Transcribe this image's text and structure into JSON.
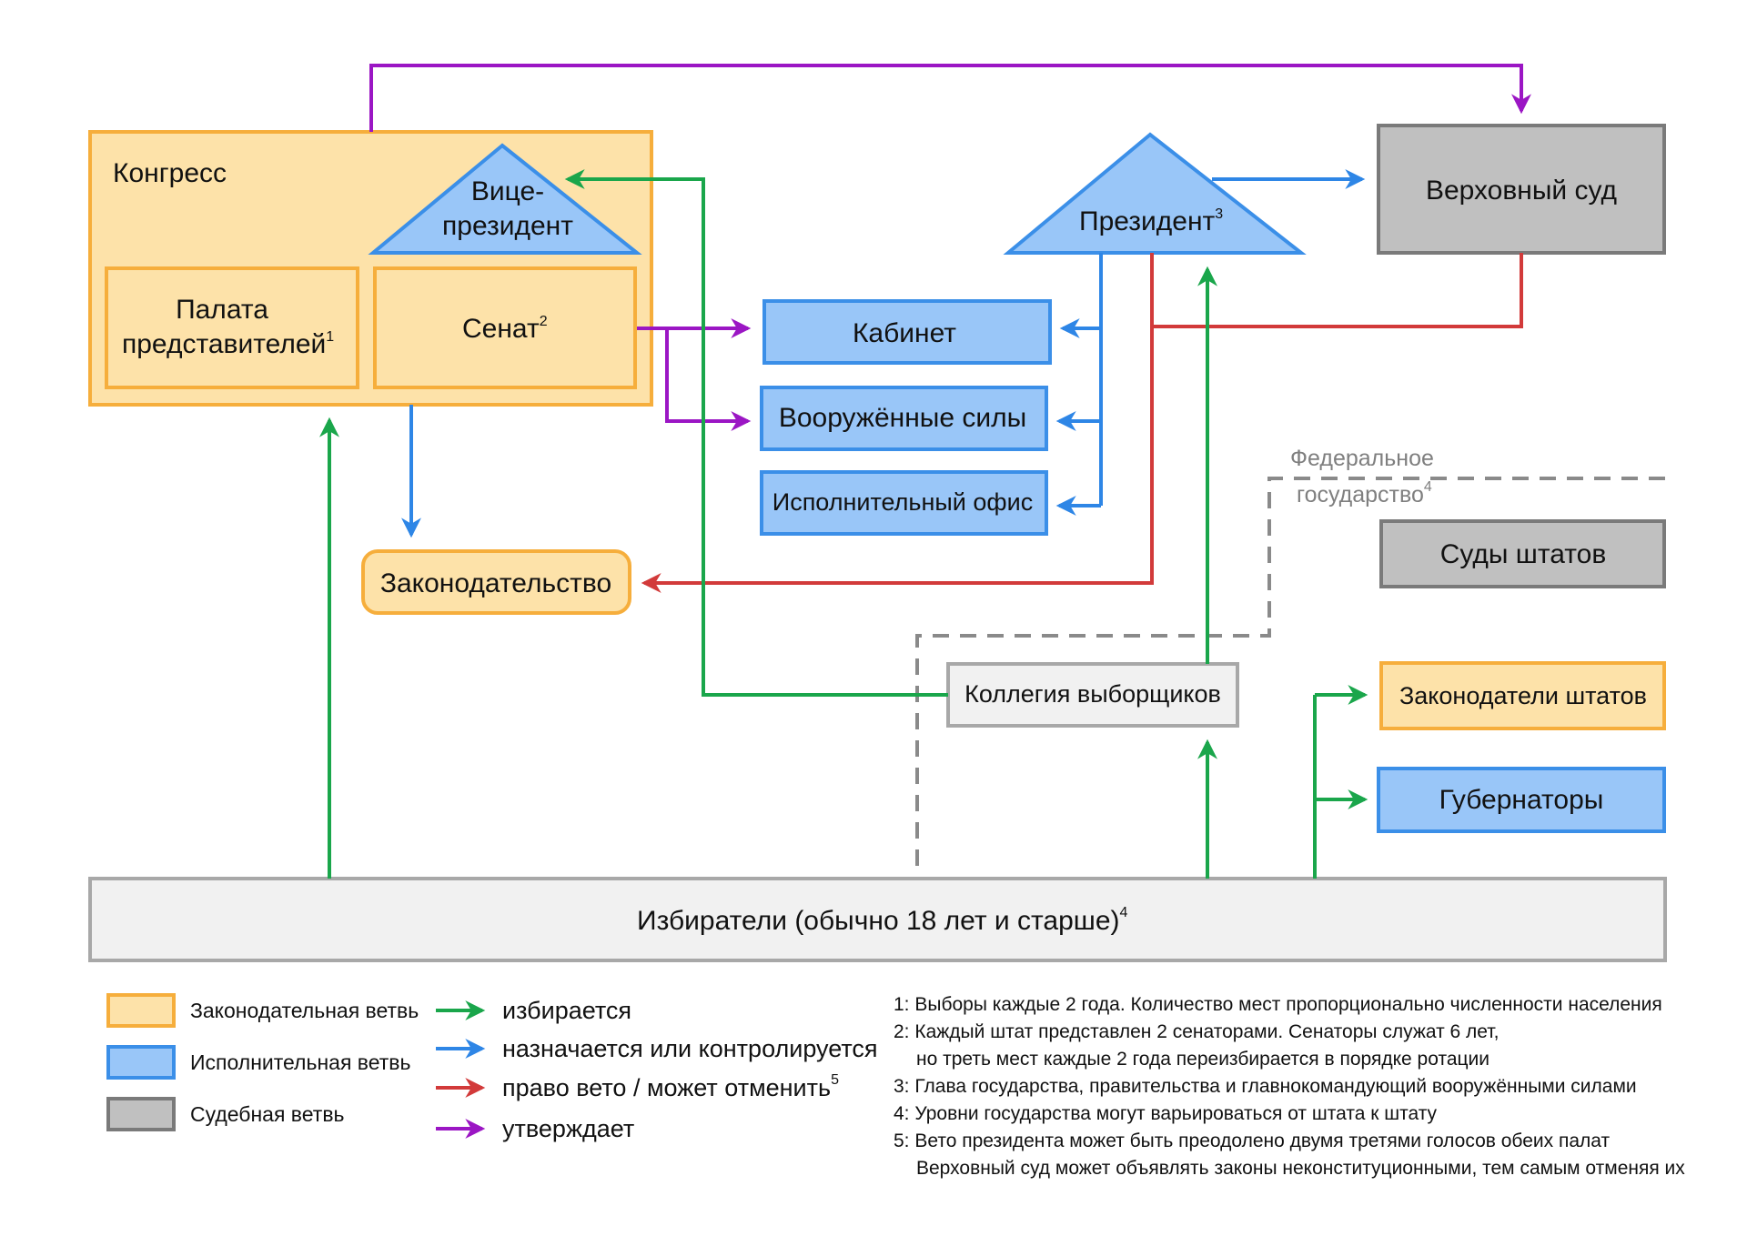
{
  "colors": {
    "legislative_fill": "#fde2a9",
    "legislative_stroke": "#f6ae3c",
    "executive_fill": "#99c6f8",
    "executive_stroke": "#3b8fe8",
    "judicial_fill": "#c0c0c0",
    "judicial_stroke": "#7a7a7a",
    "neutral_fill": "#f1f1f1",
    "neutral_stroke": "#a8a8a8",
    "elects": "#1aa64b",
    "appoints": "#2e86e6",
    "veto": "#d23a3a",
    "approves": "#9b16c4",
    "federal_dash": "#8a8a8a"
  },
  "nodes": {
    "congress": "Конгресс",
    "vice_president": [
      "Вице-",
      "президент"
    ],
    "house": [
      "Палата",
      "представителей"
    ],
    "house_note": "1",
    "senate": "Сенат",
    "senate_note": "2",
    "president": "Президент",
    "president_note": "3",
    "supreme_court": "Верховный суд",
    "cabinet": "Кабинет",
    "armed_forces": "Вооружённые силы",
    "executive_office": "Исполнительный офис",
    "legislation": "Законодательство",
    "federal_state": [
      "Федеральное",
      "государство"
    ],
    "federal_state_note": "4",
    "state_courts": "Суды штатов",
    "electoral_college": "Коллегия выборщиков",
    "state_legislators": "Законодатели штатов",
    "governors": "Губернаторы",
    "voters": "Избиратели (обычно 18 лет и старше)",
    "voters_note": "4"
  },
  "legend": {
    "branches": [
      {
        "label": "Законодательная ветвь",
        "kind": "legislative"
      },
      {
        "label": "Исполнительная ветвь",
        "kind": "executive"
      },
      {
        "label": "Судебная ветвь",
        "kind": "judicial"
      }
    ],
    "arrows": [
      {
        "label": "избирается",
        "kind": "elects",
        "note": ""
      },
      {
        "label": "назначается или контролируется",
        "kind": "appoints",
        "note": ""
      },
      {
        "label": "право вето / может отменить",
        "kind": "veto",
        "note": "5"
      },
      {
        "label": "утверждает",
        "kind": "approves",
        "note": ""
      }
    ]
  },
  "notes": [
    "1: Выборы каждые 2 года. Количество мест пропорционально численности населения",
    "2: Каждый штат представлен 2 сенаторами. Сенаторы служат 6 лет,",
    "но треть мест каждые 2 года переизбирается в порядке ротации",
    "3: Глава государства, правительства и главнокомандующий вооружёнными силами",
    "4: Уровни государства могут варьироваться от штата к штату",
    "5: Вето президента может быть преодолено двумя третями голосов обеих палат",
    "Верховный суд может объявлять законы неконституционными, тем самым отменяя их"
  ]
}
